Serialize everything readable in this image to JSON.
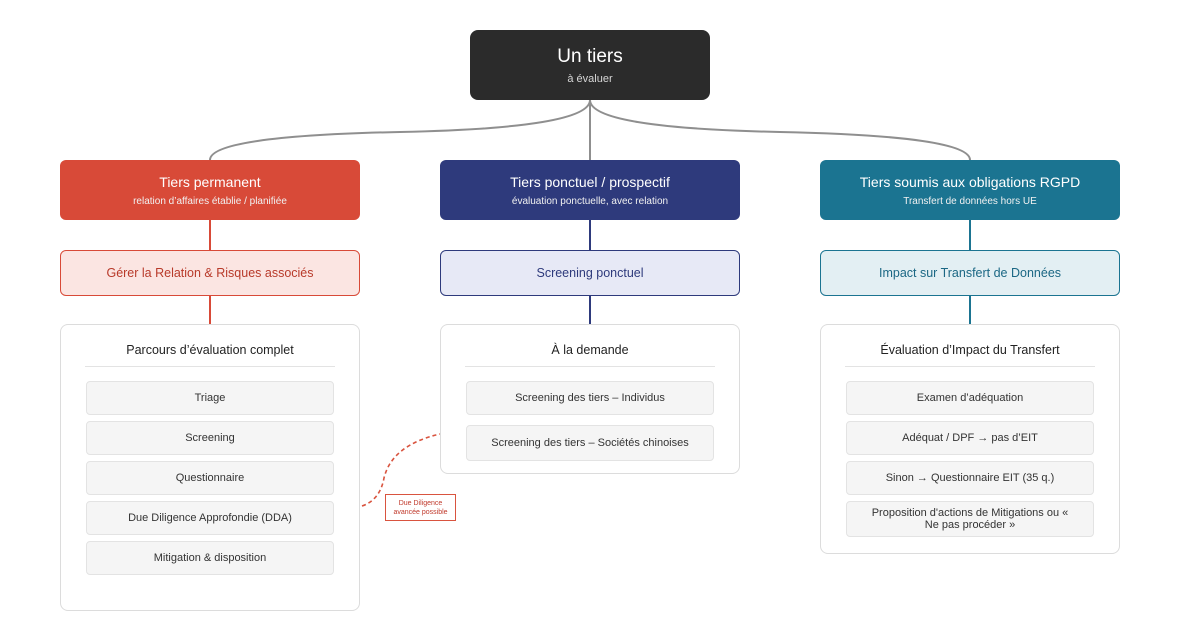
{
  "root": {
    "title": "Un tiers",
    "subtitle": "à évaluer"
  },
  "columns": [
    {
      "title": "Tiers permanent",
      "subtitle": "relation d’affaires établie / planifiée",
      "color": "#d84a38",
      "sub_label": "Gérer la Relation & Risques associés",
      "sub_bg": "#fbe5e2",
      "sub_fg": "#b83a2a",
      "panel_title": "Parcours d’évaluation complet",
      "steps": [
        "Triage",
        "Screening",
        "Questionnaire",
        "Due Diligence Approfondie (DDA)",
        "Mitigation & disposition"
      ]
    },
    {
      "title": "Tiers ponctuel / prospectif",
      "subtitle": "évaluation ponctuelle, avec relation",
      "color": "#2e3a7c",
      "sub_label": "Screening ponctuel",
      "sub_bg": "#e7e9f6",
      "sub_fg": "#2e3a7c",
      "panel_title": "À la demande",
      "steps": [
        "Screening des tiers – Individus",
        "Screening des tiers – Sociétés chinoises"
      ]
    },
    {
      "title": "Tiers soumis aux obligations RGPD",
      "subtitle": "Transfert de données hors UE",
      "color": "#1b7491",
      "sub_label": "Impact sur Transfert de Données",
      "sub_bg": "#e3eff3",
      "sub_fg": "#1b6784",
      "panel_title": "Évaluation d’Impact du Transfert",
      "steps": [
        "Examen d’adéquation",
        "Adéquat / DPF → pas d’EIT",
        "Sinon → Questionnaire EIT (35 q.)",
        "Proposition d'actions de Mitigations ou « Ne pas procéder »"
      ]
    }
  ],
  "callout": {
    "line1": "Due Diligence",
    "line2": "avancée possible",
    "color": "#d9543f"
  }
}
